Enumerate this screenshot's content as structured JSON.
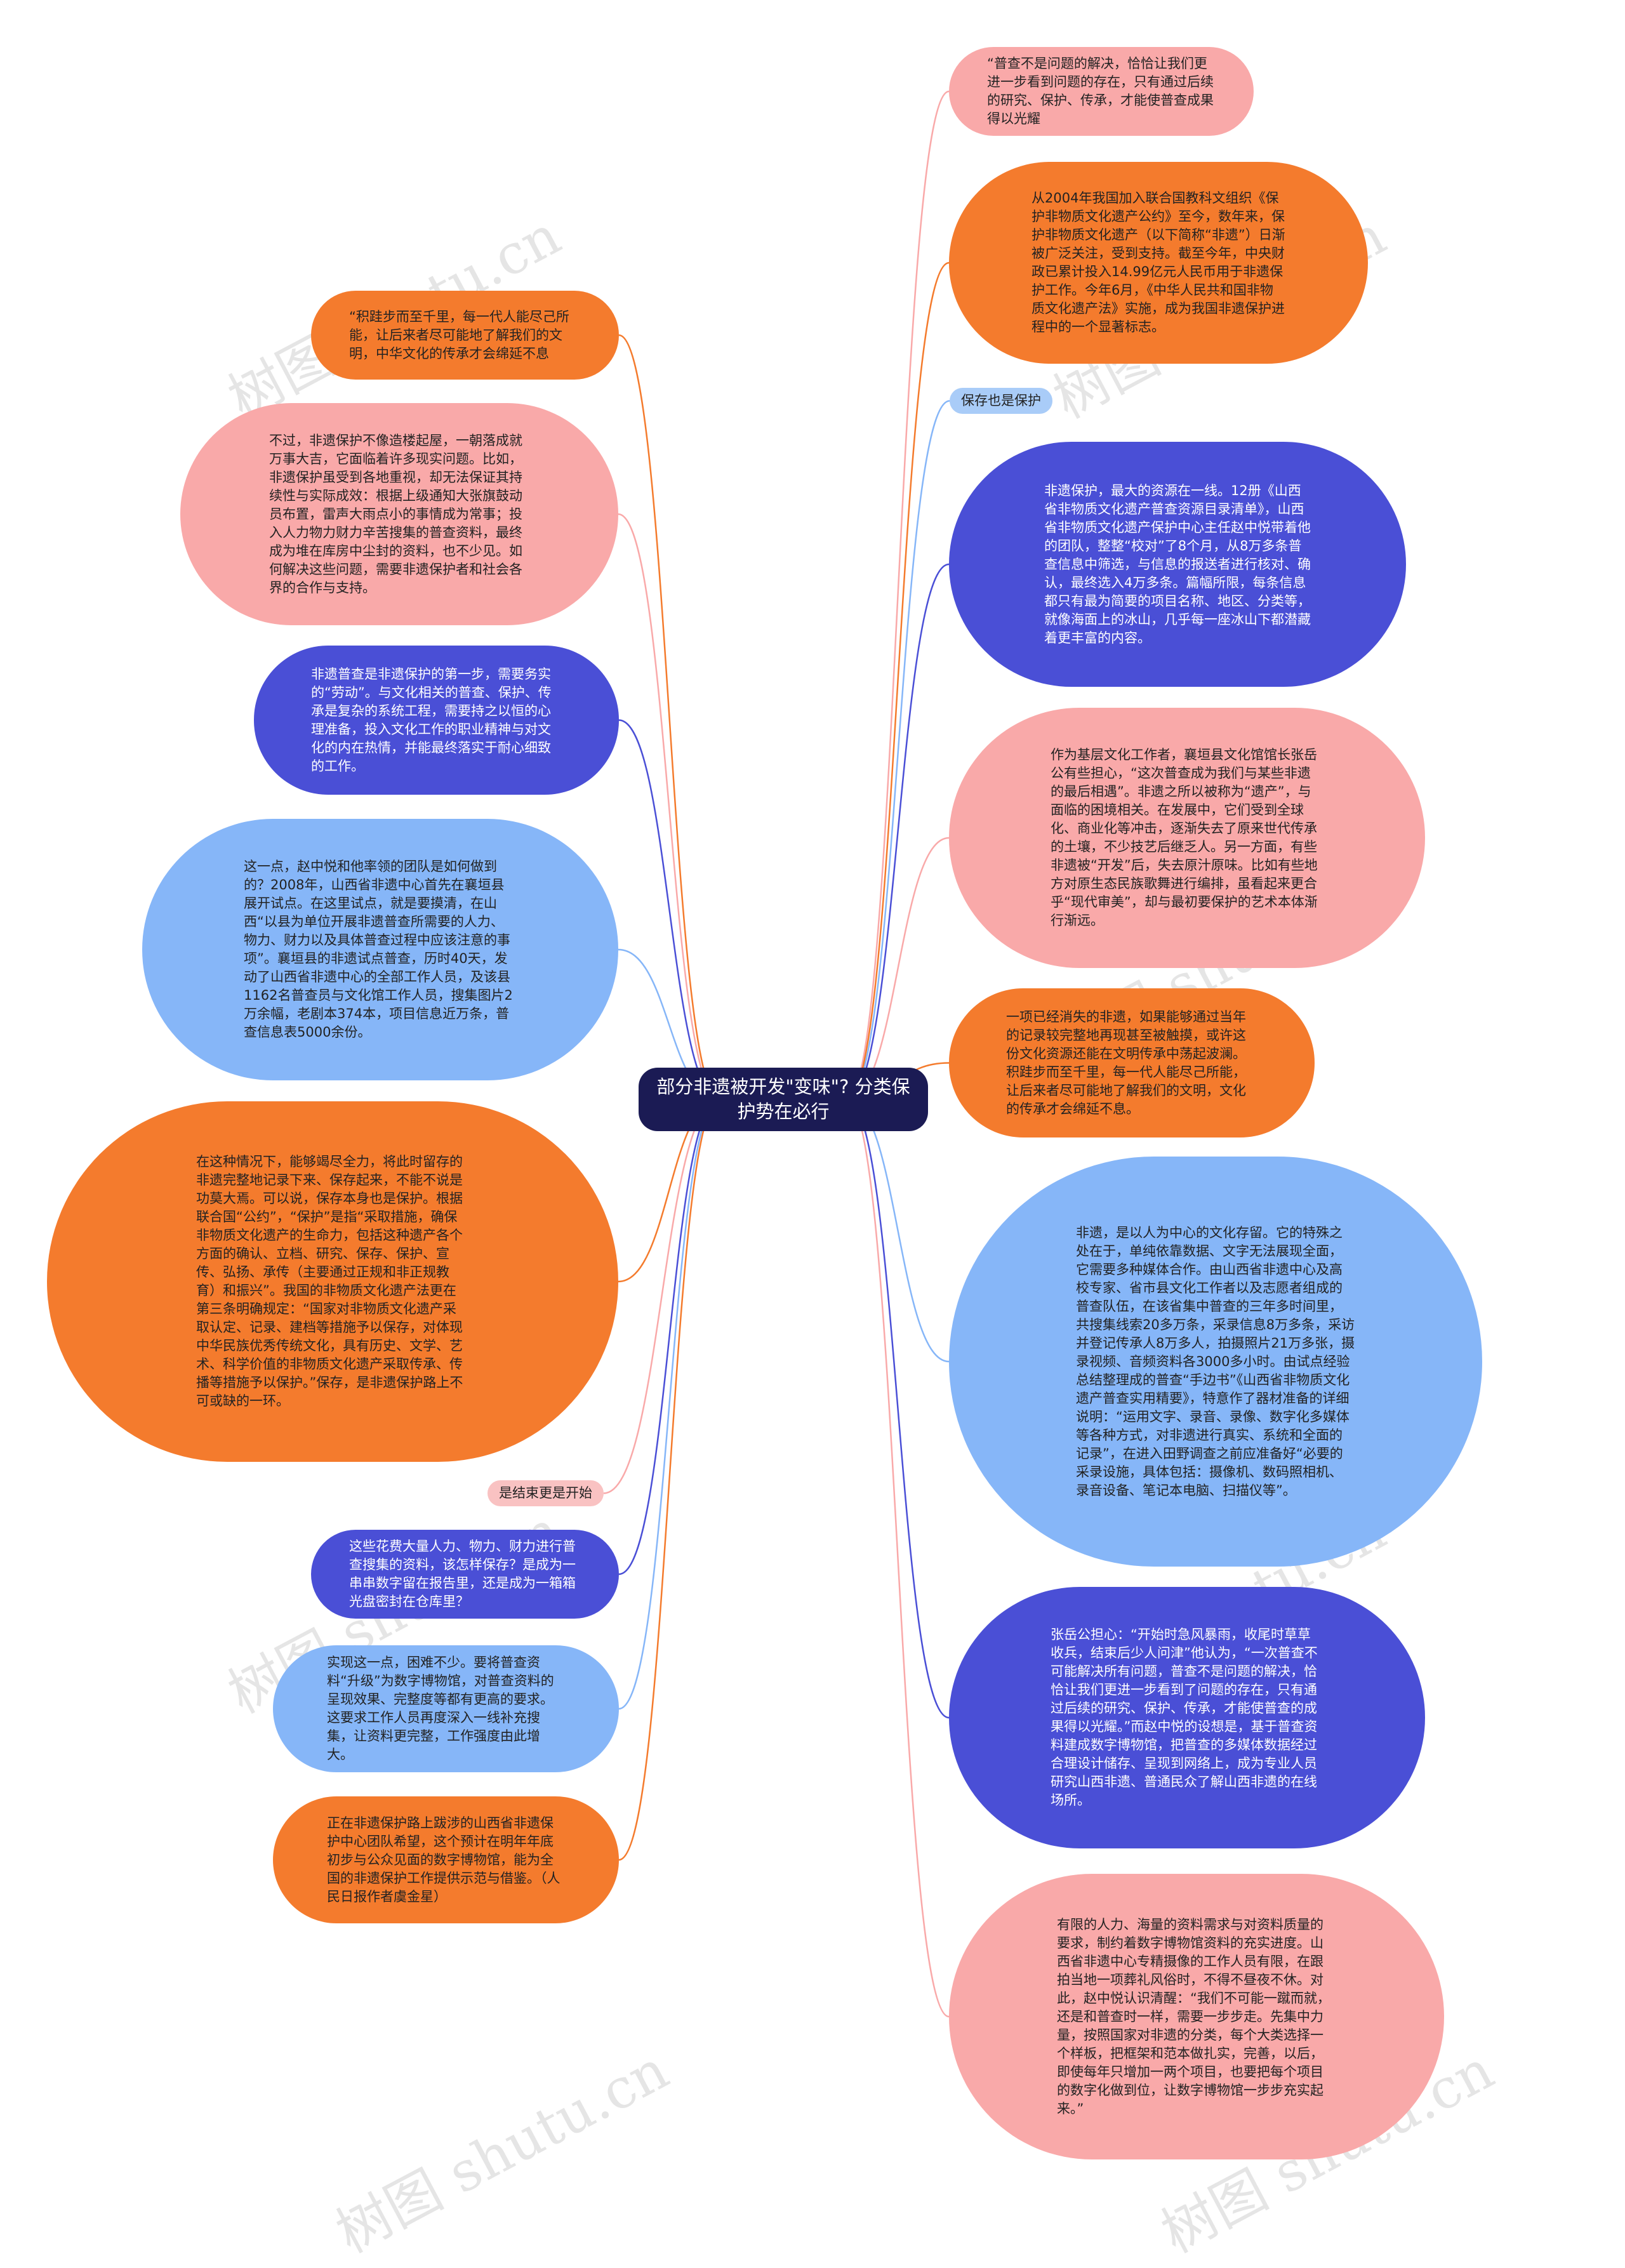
{
  "center": {
    "title": "部分非遗被开发\"变味\"? 分类保护势在必行"
  },
  "colors": {
    "orange": "#f47b2d",
    "pink": "#f9a9a9",
    "blue": "#4a4fd6",
    "light_blue": "#86b6f8",
    "center": "#1b1b54"
  },
  "tags": {
    "protect": "保存也是保护",
    "end_start": "是结束更是开始"
  },
  "right_nodes": [
    {
      "text": "“普查不是问题的解决，恰恰让我们更进一步看到问题的存在，只有通过后续的研究、保护、传承，才能使普查成果得以光耀"
    },
    {
      "text": "从2004年我国加入联合国教科文组织《保护非物质文化遗产公约》至今，数年来，保护非物质文化遗产（以下简称“非遗”）日渐被广泛关注，受到支持。截至今年，中央财政已累计投入14.99亿元人民币用于非遗保护工作。今年6月，《中华人民共和国非物质文化遗产法》实施，成为我国非遗保护进程中的一个显著标志。"
    },
    {
      "text": "非遗保护，最大的资源在一线。12册《山西省非物质文化遗产普查资源目录清单》，山西省非物质文化遗产保护中心主任赵中悦带着他的团队，整整“校对”了8个月，从8万多条普查信息中筛选，与信息的报送者进行核对、确认，最终选入4万多条。篇幅所限，每条信息都只有最为简要的项目名称、地区、分类等，就像海面上的冰山，几乎每一座冰山下都潜藏着更丰富的内容。"
    },
    {
      "text": "作为基层文化工作者，襄垣县文化馆馆长张岳公有些担心，“这次普查成为我们与某些非遗的最后相遇”。非遗之所以被称为“遗产”，与面临的困境相关。在发展中，它们受到全球化、商业化等冲击，逐渐失去了原来世代传承的土壤，不少技艺后继乏人。另一方面，有些非遗被“开发”后，失去原汁原味。比如有些地方对原生态民族歌舞进行编排，虽看起来更合乎“现代审美”，却与最初要保护的艺术本体渐行渐远。"
    },
    {
      "text": "一项已经消失的非遗，如果能够通过当年的记录较完整地再现甚至被触摸，或许这份文化资源还能在文明传承中荡起波澜。积跬步而至千里，每一代人能尽己所能，让后来者尽可能地了解我们的文明，文化的传承才会绵延不息。"
    },
    {
      "text": "非遗，是以人为中心的文化存留。它的特殊之处在于，单纯依靠数据、文字无法展现全面，它需要多种媒体合作。由山西省非遗中心及高校专家、省市县文化工作者以及志愿者组成的普查队伍，在该省集中普查的三年多时间里，共搜集线索20多万条，采录信息8万多条，采访并登记传承人8万多人，拍摄照片21万多张，摄录视频、音频资料各3000多小时。由试点经验总结整理成的普查“手边书”《山西省非物质文化遗产普查实用精要》，特意作了器材准备的详细说明：“运用文字、录音、录像、数字化多媒体等各种方式，对非遗进行真实、系统和全面的记录”，在进入田野调查之前应准备好“必要的采录设施，具体包括：摄像机、数码照相机、录音设备、笔记本电脑、扫描仪等”。"
    },
    {
      "text": "张岳公担心：“开始时急风暴雨，收尾时草草收兵，结束后少人问津”他认为，“一次普查不可能解决所有问题，普查不是问题的解决，恰恰让我们更进一步看到了问题的存在，只有通过后续的研究、保护、传承，才能使普查的成果得以光耀。”而赵中悦的设想是，基于普查资料建成数字博物馆，把普查的多媒体数据经过合理设计储存、呈现到网络上，成为专业人员研究山西非遗、普通民众了解山西非遗的在线场所。"
    },
    {
      "text": "有限的人力、海量的资料需求与对资料质量的要求，制约着数字博物馆资料的充实进度。山西省非遗中心专精摄像的工作人员有限，在跟拍当地一项葬礼风俗时，不得不昼夜不休。对此，赵中悦认识清醒：“我们不可能一蹴而就，还是和普查时一样，需要一步步走。先集中力量，按照国家对非遗的分类，每个大类选择一个样板，把框架和范本做扎实，完善，以后，即使每年只增加一两个项目，也要把每个项目的数字化做到位，让数字博物馆一步步充实起来。”"
    }
  ],
  "left_nodes": [
    {
      "text": "“积跬步而至千里，每一代人能尽己所能，让后来者尽可能地了解我们的文明，中华文化的传承才会绵延不息"
    },
    {
      "text": "不过，非遗保护不像造楼起屋，一朝落成就万事大吉，它面临着许多现实问题。比如，非遗保护虽受到各地重视，却无法保证其持续性与实际成效：根据上级通知大张旗鼓动员布置，雷声大雨点小的事情成为常事；投入人力物力财力辛苦搜集的普查资料，最终成为堆在库房中尘封的资料，也不少见。如何解决这些问题，需要非遗保护者和社会各界的合作与支持。"
    },
    {
      "text": "非遗普查是非遗保护的第一步，需要务实的“劳动”。与文化相关的普查、保护、传承是复杂的系统工程，需要持之以恒的心理准备，投入文化工作的职业精神与对文化的内在热情，并能最终落实于耐心细致的工作。"
    },
    {
      "text": "这一点，赵中悦和他率领的团队是如何做到的？2008年，山西省非遗中心首先在襄垣县展开试点。在这里试点，就是要摸清，在山西“以县为单位开展非遗普查所需要的人力、物力、财力以及具体普查过程中应该注意的事项”。襄垣县的非遗试点普查，历时40天，发动了山西省非遗中心的全部工作人员，及该县1162名普查员与文化馆工作人员，搜集图片2万余幅，老剧本374本，项目信息近万条，普查信息表5000余份。"
    },
    {
      "text": "在这种情况下，能够竭尽全力，将此时留存的非遗完整地记录下来、保存起来，不能不说是功莫大焉。可以说，保存本身也是保护。根据联合国“公约”，“保护”是指“采取措施，确保非物质文化遗产的生命力，包括这种遗产各个方面的确认、立档、研究、保存、保护、宣传、弘扬、承传（主要通过正规和非正规教育）和振兴”。我国的非物质文化遗产法更在第三条明确规定：“国家对非物质文化遗产采取认定、记录、建档等措施予以保存，对体现中华民族优秀传统文化，具有历史、文学、艺术、科学价值的非物质文化遗产采取传承、传播等措施予以保护。”保存，是非遗保护路上不可或缺的一环。"
    },
    {
      "text": "这些花费大量人力、物力、财力进行普查搜集的资料，该怎样保存？是成为一串串数字留在报告里，还是成为一箱箱光盘密封在仓库里？"
    },
    {
      "text": "实现这一点，困难不少。要将普查资料“升级”为数字博物馆，对普查资料的呈现效果、完整度等都有更高的要求。这要求工作人员再度深入一线补充搜集，让资料更完整，工作强度由此增大。"
    },
    {
      "text": "正在非遗保护路上跋涉的山西省非遗保护中心团队希望，这个预计在明年年底初步与公众见面的数字博物馆，能为全国的非遗保护工作提供示范与借鉴。（人民日报作者虞金星）"
    }
  ]
}
